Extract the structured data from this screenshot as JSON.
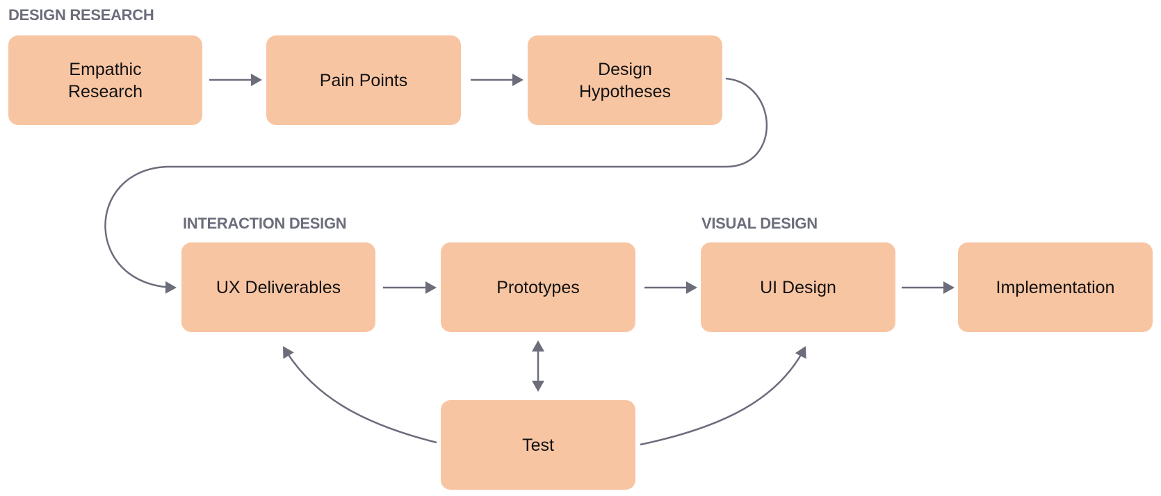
{
  "sections": {
    "design_research": "DESIGN RESEARCH",
    "interaction_design": "INTERACTION DESIGN",
    "visual_design": "VISUAL DESIGN"
  },
  "nodes": {
    "empathic_research": "Empathic\nResearch",
    "pain_points": "Pain Points",
    "design_hypotheses": "Design\nHypotheses",
    "ux_deliverables": "UX Deliverables",
    "prototypes": "Prototypes",
    "ui_design": "UI Design",
    "implementation": "Implementation",
    "test": "Test"
  },
  "edges": [
    {
      "from": "Empathic Research",
      "to": "Pain Points",
      "type": "arrow"
    },
    {
      "from": "Pain Points",
      "to": "Design Hypotheses",
      "type": "arrow"
    },
    {
      "from": "Design Hypotheses",
      "to": "UX Deliverables",
      "type": "curved-arrow"
    },
    {
      "from": "UX Deliverables",
      "to": "Prototypes",
      "type": "arrow"
    },
    {
      "from": "Prototypes",
      "to": "UI Design",
      "type": "arrow"
    },
    {
      "from": "UI Design",
      "to": "Implementation",
      "type": "arrow"
    },
    {
      "from": "Prototypes",
      "to": "Test",
      "type": "bidirectional-arrow"
    },
    {
      "from": "Test",
      "to": "UX Deliverables",
      "type": "curved-arrow"
    },
    {
      "from": "Test",
      "to": "UI Design",
      "type": "curved-arrow"
    }
  ],
  "colors": {
    "node_fill": "#f8c5a3",
    "connector": "#6b6d7b",
    "section_label": "#6b6d7b",
    "node_text": "#111111"
  }
}
